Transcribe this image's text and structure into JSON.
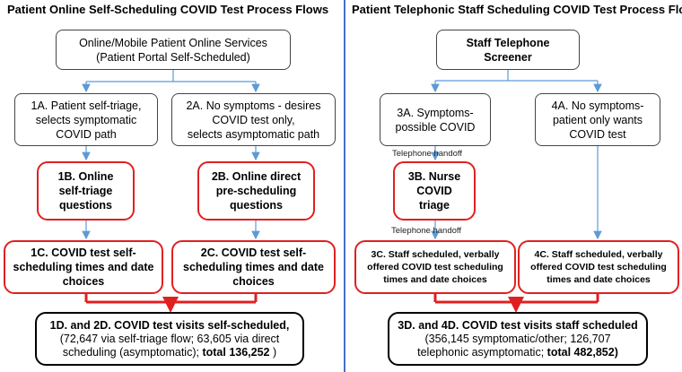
{
  "left_panel": {
    "title": "Patient Online Self-Scheduling COVID Test Process Flows",
    "top_box": "Online/Mobile Patient Online Services\n(Patient Portal Self-Scheduled)",
    "box_1a": "1A. Patient self-triage,\nselects symptomatic\nCOVID path",
    "box_2a": "2A. No symptoms - desires\nCOVID test only,\nselects asymptomatic path",
    "box_1b": "1B. Online\nself-triage\nquestions",
    "box_2b": "2B. Online direct\npre-scheduling\nquestions",
    "box_1c": "1C. COVID test self-\nscheduling times and date\nchoices",
    "box_2c": "2C. COVID test self-\nscheduling times and date\nchoices",
    "result_line1": "1D. and 2D. COVID test visits self-scheduled,",
    "result_line2": "(72,647 via self-triage flow; 63,605 via direct",
    "result_line3": "scheduling (asymptomatic);",
    "result_total": "total 136,252",
    "result_end": " )"
  },
  "right_panel": {
    "title": "Patient Telephonic Staff Scheduling COVID Test Process Flows",
    "top_box": "Staff Telephone\nScreener",
    "box_3a": "3A. Symptoms-\npossible COVID",
    "box_4a": "4A. No symptoms-\npatient only wants\nCOVID test",
    "box_3b": "3B. Nurse\nCOVID\ntriage",
    "handoff_1": "Telephone handoff",
    "handoff_2": "Telephone handoff",
    "box_3c": "3C. Staff scheduled, verbally\noffered COVID test scheduling\ntimes and date choices",
    "box_4c": "4C. Staff scheduled, verbally\noffered COVID test scheduling\ntimes and date choices",
    "result_line1": "3D. and 4D. COVID test visits staff scheduled",
    "result_line2": "(356,145 symptomatic/other; 126,707",
    "result_line3": "telephonic asymptomatic;",
    "result_total": "total 482,852)"
  },
  "colors": {
    "divider": "#4472c4",
    "thin_arrow": "#5b9bd5",
    "red_border": "#e02020",
    "black_border": "#000000"
  }
}
